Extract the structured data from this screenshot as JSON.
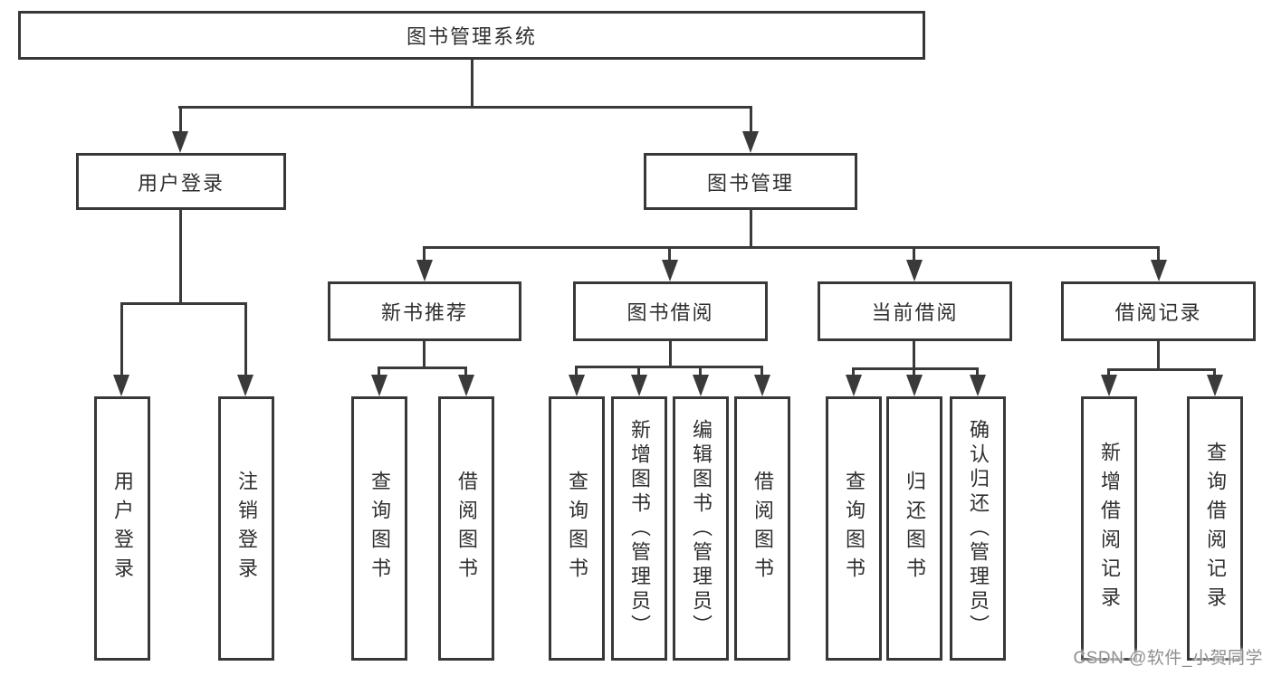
{
  "style": {
    "background": "#ffffff",
    "line_color": "#3a3a3a",
    "text_color": "#2f2f2f",
    "watermark_color": "#8f8f93"
  },
  "watermark": {
    "text": "CSDN @软件_小贺同学"
  },
  "tree": {
    "label": "图书管理系统",
    "children": [
      {
        "label": "用户登录",
        "children": [
          {
            "label": "用户登录"
          },
          {
            "label": "注销登录"
          }
        ]
      },
      {
        "label": "图书管理",
        "children": [
          {
            "label": "新书推荐",
            "children": [
              {
                "label": "查询图书"
              },
              {
                "label": "借阅图书"
              }
            ]
          },
          {
            "label": "图书借阅",
            "children": [
              {
                "label": "查询图书"
              },
              {
                "label": "新增图书（管理员）"
              },
              {
                "label": "编辑图书（管理员）"
              },
              {
                "label": "借阅图书"
              }
            ]
          },
          {
            "label": "当前借阅",
            "children": [
              {
                "label": "查询图书"
              },
              {
                "label": "归还图书"
              },
              {
                "label": "确认归还（管理员）"
              }
            ]
          },
          {
            "label": "借阅记录",
            "children": [
              {
                "label": "新增借阅记录"
              },
              {
                "label": "查询借阅记录"
              }
            ]
          }
        ]
      }
    ]
  }
}
